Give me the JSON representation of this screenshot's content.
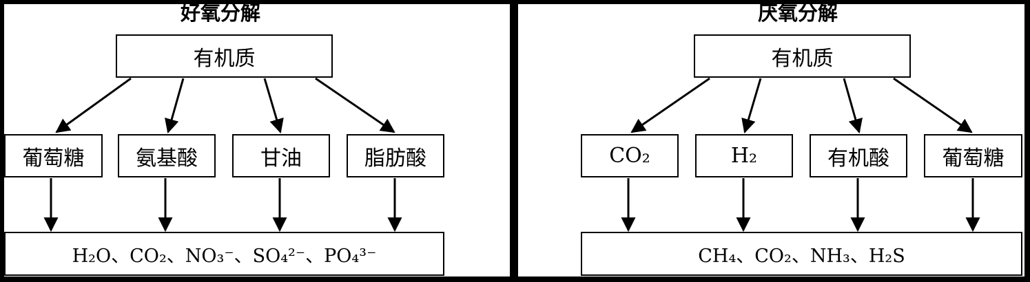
{
  "left": {
    "title": "好氧分解",
    "root": "有机质",
    "children": [
      "葡萄糖",
      "氨基酸",
      "甘油",
      "脂肪酸"
    ],
    "result": "H₂O、CO₂、NO₃⁻、SO₄²⁻、PO₄³⁻"
  },
  "right": {
    "title": "厌氧分解",
    "root": "有机质",
    "children": [
      "CO₂",
      "H₂",
      "有机酸",
      "葡萄糖"
    ],
    "result": "CH₄、CO₂、NH₃、H₂S"
  }
}
